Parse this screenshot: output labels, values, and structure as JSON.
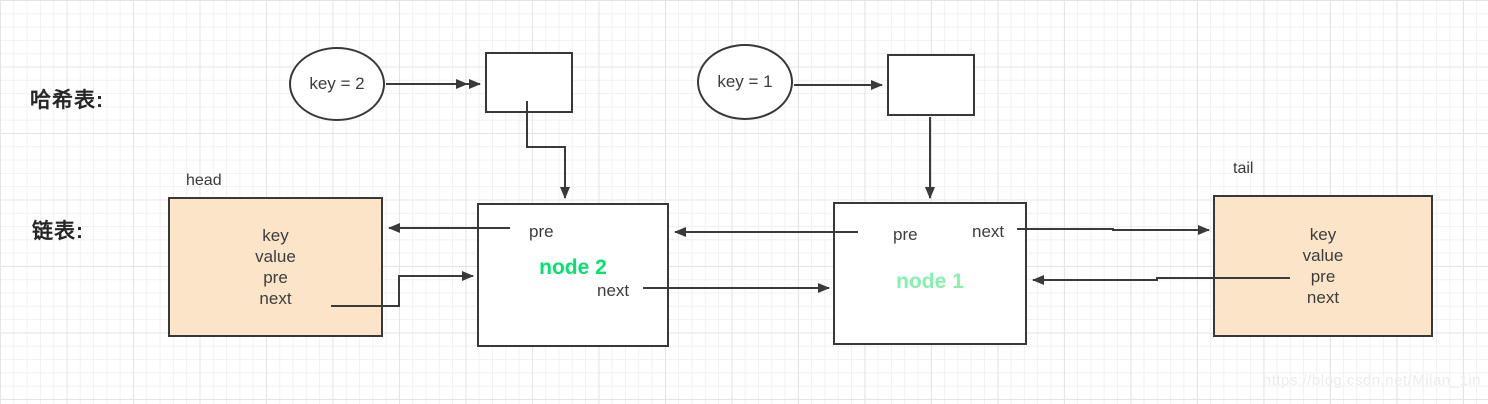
{
  "labels": {
    "hash_table": "哈希表:",
    "linked_list": "链表:",
    "head": "head",
    "tail": "tail"
  },
  "hash_keys": {
    "key2": "key = 2",
    "key1": "key = 1"
  },
  "nodes": {
    "head": {
      "fields": [
        "key",
        "value",
        "pre",
        "next"
      ]
    },
    "tail": {
      "fields": [
        "key",
        "value",
        "pre",
        "next"
      ]
    },
    "node2": {
      "title": "node 2",
      "pre": "pre",
      "next": "next"
    },
    "node1": {
      "title": "node 1",
      "pre": "pre",
      "next": "next"
    }
  },
  "edges": [
    "key2-to-bucket2",
    "key1-to-bucket1",
    "bucket2-to-node2",
    "bucket1-to-node1",
    "node2-pre-to-head",
    "head-next-to-node2",
    "node2-next-to-node1",
    "node1-pre-to-node2",
    "node1-next-to-tail",
    "tail-pre-to-node1"
  ],
  "colors": {
    "line": "#3a3a3a",
    "head_tail_fill": "#fce4c9",
    "node2_title": "#00e46c",
    "node1_title": "#86f1ae",
    "grid_minor": "#f1f1f4",
    "grid_major": "#e4e4e8"
  },
  "watermark": "https://blog.csdn.net/Milan_1in"
}
